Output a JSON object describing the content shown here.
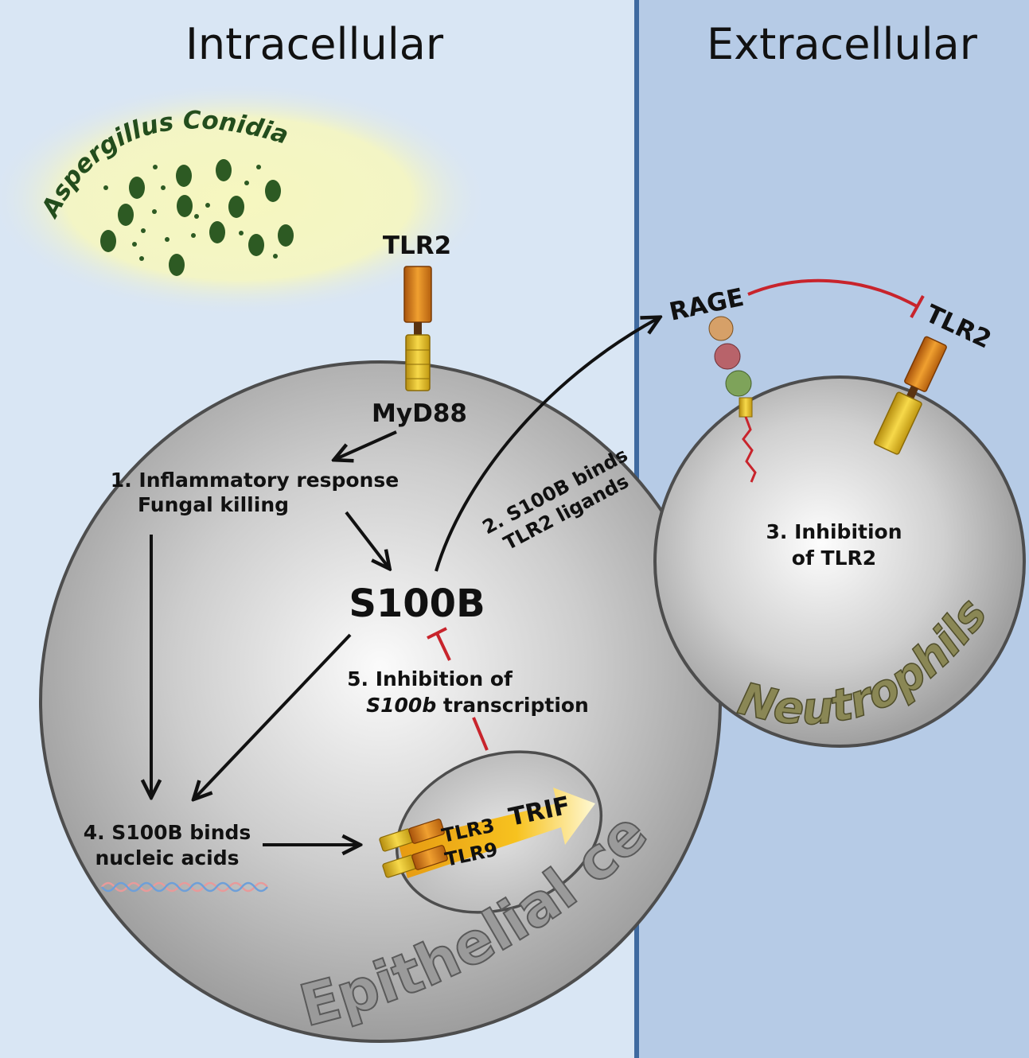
{
  "panels": {
    "left_title": "Intracellular",
    "right_title": "Extracellular"
  },
  "conidia": {
    "label": "Aspergillus Conidia"
  },
  "receptors": {
    "tlr2_top": "TLR2",
    "myd88": "MyD88",
    "rage": "RAGE",
    "tlr2_neutrophil": "TLR2",
    "tlr3": "TLR3",
    "tlr9": "TLR9",
    "trif": "TRIF"
  },
  "center": {
    "s100b": "S100B"
  },
  "steps": {
    "step1_line1": "1. Inflammatory response",
    "step1_line2": "Fungal killing",
    "step2_line1": "2. S100B binds",
    "step2_line2": "TLR2 ligands",
    "step3_line1": "3. Inhibition",
    "step3_line2": "of TLR2",
    "step4_line1": "4. S100B binds",
    "step4_line2": "nucleic acids",
    "step5_line1": "5. Inhibition of",
    "step5_line2_italic": "S100b",
    "step5_line2_rest": " transcription"
  },
  "cells": {
    "epithelial": "Epithelial cells",
    "neutrophils": "Neutrophils"
  },
  "colors": {
    "left_bg": "#d9e6f4",
    "right_bg": "#b6cbe6",
    "divider": "#3f6aa0",
    "inhibit": "#c8242c",
    "receptor": "#e6a21c",
    "conidia_glow": "#f6f7bf",
    "conidia_dot": "#2d5a23"
  }
}
